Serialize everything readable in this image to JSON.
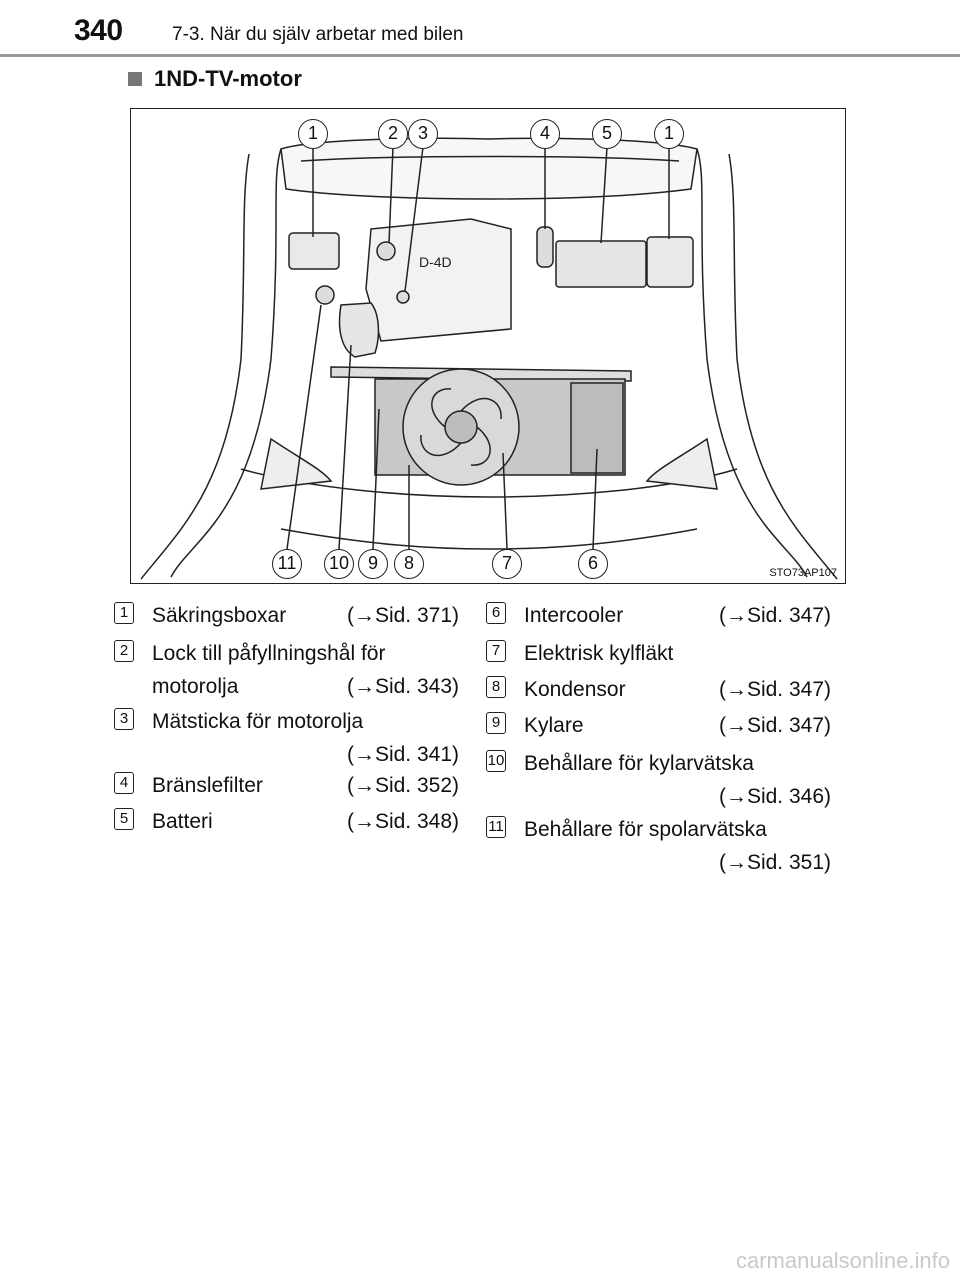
{
  "header": {
    "page_number": "340",
    "running_head": "7-3. När du själv arbetar med bilen"
  },
  "section": {
    "title": "1ND-TV-motor"
  },
  "figure": {
    "code": "STO73AP107",
    "callouts_top": [
      "1",
      "2",
      "3",
      "4",
      "5",
      "1"
    ],
    "callouts_bottom": [
      "11",
      "10",
      "9",
      "8",
      "7",
      "6"
    ],
    "logo_text": "D-4D"
  },
  "legend": {
    "left": [
      {
        "num": "1",
        "label": "Säkringsboxar",
        "ref": "(→Sid. 371)"
      },
      {
        "num": "2",
        "label": "Lock till påfyllningshål för",
        "label2": "motorolja",
        "ref": "(→Sid. 343)"
      },
      {
        "num": "3",
        "label": "Mätsticka för motorolja",
        "ref": "(→Sid. 341)"
      },
      {
        "num": "4",
        "label": "Bränslefilter",
        "ref": "(→Sid. 352)"
      },
      {
        "num": "5",
        "label": "Batteri",
        "ref": "(→Sid. 348)"
      }
    ],
    "right": [
      {
        "num": "6",
        "label": "Intercooler",
        "ref": "(→Sid. 347)"
      },
      {
        "num": "7",
        "label": "Elektrisk kylfläkt",
        "ref": ""
      },
      {
        "num": "8",
        "label": "Kondensor",
        "ref": "(→Sid. 347)"
      },
      {
        "num": "9",
        "label": "Kylare",
        "ref": "(→Sid. 347)"
      },
      {
        "num": "10",
        "label": "Behållare för kylarvätska",
        "ref": "(→Sid. 346)"
      },
      {
        "num": "11",
        "label": "Behållare för spolarvätska",
        "ref": "(→Sid. 351)"
      }
    ]
  },
  "footer": {
    "watermark": "carmanualsonline.info"
  }
}
